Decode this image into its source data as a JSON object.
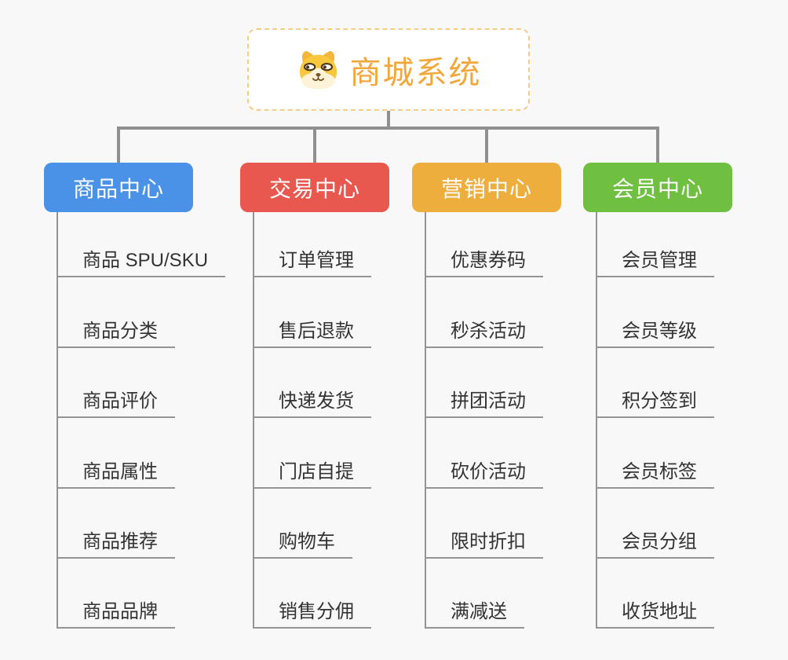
{
  "page": {
    "background": "#f8f8f8",
    "connector_color": "#8f8f8f"
  },
  "root": {
    "title": "商城系统",
    "icon": "shiba-dog-face-icon",
    "text_color": "#f2a73b",
    "border_color": "#f6cb83"
  },
  "branches": [
    {
      "label": "商品中心",
      "color": "#4a91e8",
      "items": [
        "商品 SPU/SKU",
        "商品分类",
        "商品评价",
        "商品属性",
        "商品推荐",
        "商品品牌"
      ]
    },
    {
      "label": "交易中心",
      "color": "#e8584f",
      "items": [
        "订单管理",
        "售后退款",
        "快递发货",
        "门店自提",
        "购物车",
        "销售分佣"
      ]
    },
    {
      "label": "营销中心",
      "color": "#eeae3d",
      "items": [
        "优惠券码",
        "秒杀活动",
        "拼团活动",
        "砍价活动",
        "限时折扣",
        "满减送"
      ]
    },
    {
      "label": "会员中心",
      "color": "#6fbf41",
      "items": [
        "会员管理",
        "会员等级",
        "积分签到",
        "会员标签",
        "会员分组",
        "收货地址"
      ]
    }
  ]
}
